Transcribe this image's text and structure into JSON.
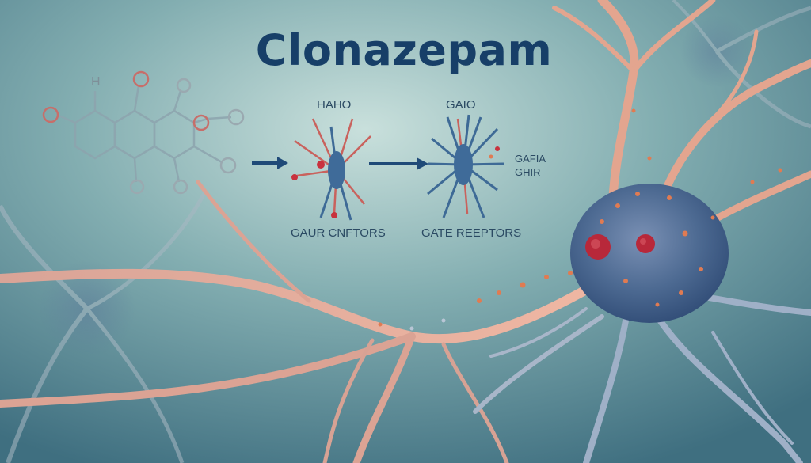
{
  "title": "Clonazepam",
  "molecule": {
    "atom_label": "H"
  },
  "labels": {
    "left_top": "HAHO",
    "right_top": "GAIO",
    "side_line1": "GAFIA",
    "side_line2": "GHIR",
    "left_bottom": "GAUR CNFTORS",
    "right_bottom": "GATE REEPTORS"
  },
  "colors": {
    "title": "#173f68",
    "label": "#2b4a63",
    "arrow": "#1f4a78",
    "neuron_body": "#4a6b8f",
    "dendrite": "#e3a58f",
    "accent_red": "#c8323e",
    "background": "#5f8f98"
  }
}
